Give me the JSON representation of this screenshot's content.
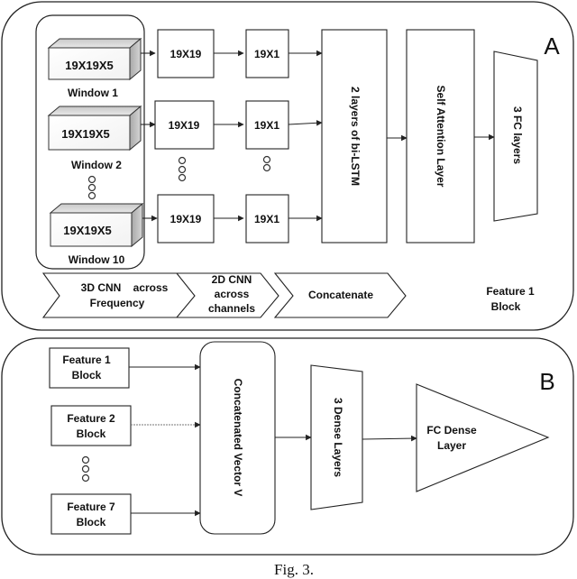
{
  "panel_a": {
    "label": "A",
    "windows": [
      {
        "box": "19X19X5",
        "name": "Window 1"
      },
      {
        "box": "19X19X5",
        "name": "Window 2"
      },
      {
        "box": "19X19X5",
        "name": "Window 10"
      }
    ],
    "cnn2d_boxes": [
      "19X19",
      "19X19",
      "19X19"
    ],
    "vector_boxes": [
      "19X1",
      "19X1",
      "19X1"
    ],
    "bilstm": "2 layers of bi-LSTM",
    "attention": "Self Attention Layer",
    "fc": "3 FC layers",
    "steps": [
      {
        "line1": "3D CNN    across",
        "line2": "Frequency"
      },
      {
        "line1": "2D CNN",
        "line2": "across",
        "line3": "channels"
      },
      {
        "line1": "Concatenate"
      }
    ],
    "block_label": {
      "line1": "Feature 1",
      "line2": "Block"
    }
  },
  "panel_b": {
    "label": "B",
    "features": [
      {
        "line1": "Feature 1",
        "line2": "Block"
      },
      {
        "line1": "Feature 2",
        "line2": "Block"
      },
      {
        "line1": "Feature 7",
        "line2": "Block"
      }
    ],
    "concat": "Concatenated Vector V",
    "dense": "3 Dense Layers",
    "fc_dense": {
      "line1": "FC Dense",
      "line2": "Layer"
    }
  },
  "caption": "Fig. 3."
}
